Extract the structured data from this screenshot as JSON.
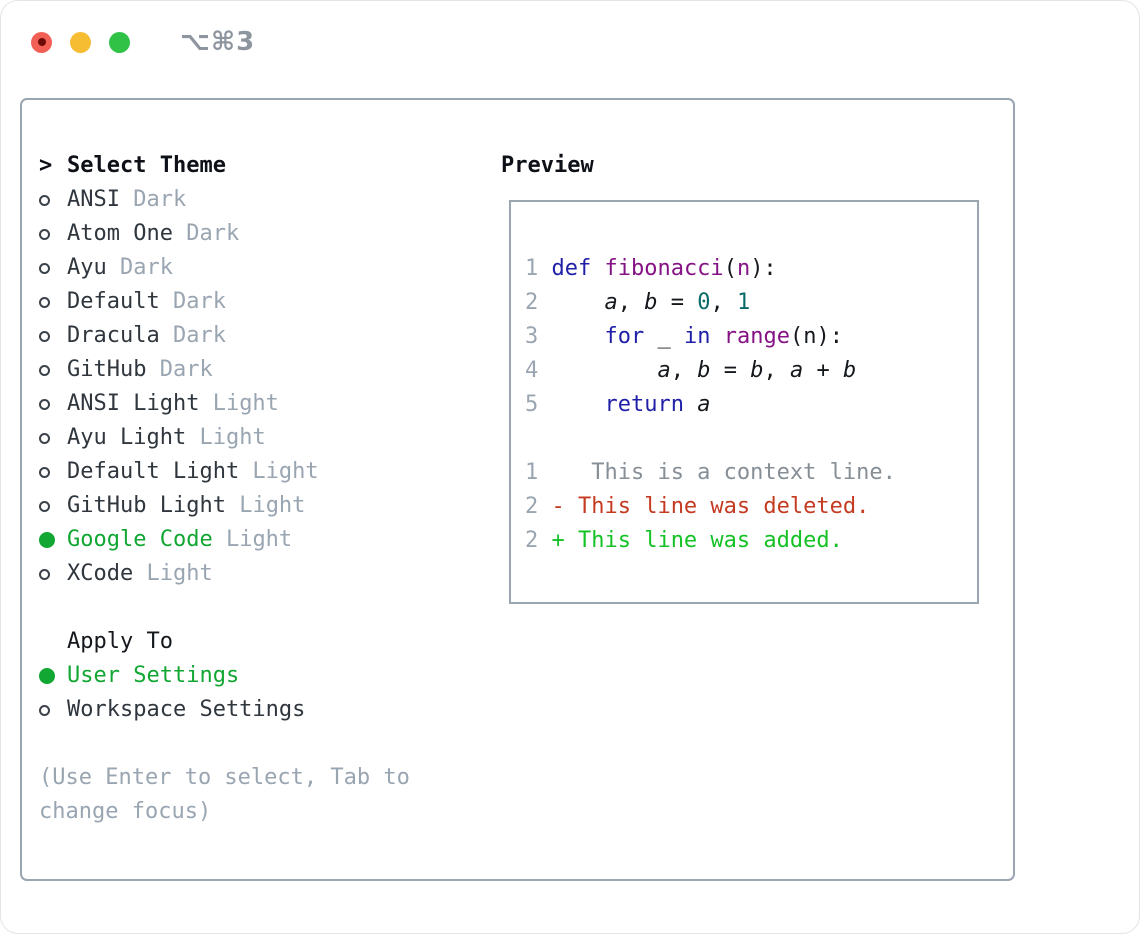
{
  "window": {
    "shortcut_label": "⌥⌘3"
  },
  "colors": {
    "selection_green": "#12a633",
    "added_green": "#15c225",
    "deleted_red": "#c53b22",
    "keyword_blue": "#1f1fa8",
    "function_purple": "#851385",
    "number_teal": "#0a6a6a",
    "muted_gray": "#9aa5b2",
    "border_gray": "#9aa5b1",
    "traffic_red": "#f25f55",
    "traffic_yellow": "#f6bd33",
    "traffic_green": "#2fc247"
  },
  "theme_panel": {
    "focus_indicator": ">",
    "title": "Select Theme",
    "items": [
      {
        "name": "ANSI",
        "variant": "Dark",
        "selected": false
      },
      {
        "name": "Atom One",
        "variant": "Dark",
        "selected": false
      },
      {
        "name": "Ayu",
        "variant": "Dark",
        "selected": false
      },
      {
        "name": "Default",
        "variant": "Dark",
        "selected": false
      },
      {
        "name": "Dracula",
        "variant": "Dark",
        "selected": false
      },
      {
        "name": "GitHub",
        "variant": "Dark",
        "selected": false
      },
      {
        "name": "ANSI Light",
        "variant": "Light",
        "selected": false
      },
      {
        "name": "Ayu Light",
        "variant": "Light",
        "selected": false
      },
      {
        "name": "Default Light",
        "variant": "Light",
        "selected": false
      },
      {
        "name": "GitHub Light",
        "variant": "Light",
        "selected": false
      },
      {
        "name": "Google Code",
        "variant": "Light",
        "selected": true
      },
      {
        "name": "XCode",
        "variant": "Light",
        "selected": false
      }
    ],
    "apply_to": {
      "title": "Apply To",
      "options": [
        {
          "name": "User Settings",
          "selected": true
        },
        {
          "name": "Workspace Settings",
          "selected": false
        }
      ]
    },
    "hint": "(Use Enter to select, Tab to change focus)"
  },
  "preview": {
    "title": "Preview",
    "lines": [
      {
        "num": "1",
        "tokens": [
          [
            "def ",
            "kw"
          ],
          [
            "fibonacci",
            "fn"
          ],
          [
            "(",
            "pl"
          ],
          [
            "n",
            "fn"
          ],
          [
            "):",
            "pl"
          ]
        ]
      },
      {
        "num": "2",
        "tokens": [
          [
            "    ",
            "pl"
          ],
          [
            "a",
            "var"
          ],
          [
            ", ",
            "pl"
          ],
          [
            "b",
            "var"
          ],
          [
            " = ",
            "pl"
          ],
          [
            "0",
            "lit"
          ],
          [
            ", ",
            "pl"
          ],
          [
            "1",
            "lit"
          ]
        ]
      },
      {
        "num": "3",
        "tokens": [
          [
            "    ",
            "pl"
          ],
          [
            "for",
            "kw"
          ],
          [
            " _ ",
            "pl"
          ],
          [
            "in",
            "kw"
          ],
          [
            " ",
            "pl"
          ],
          [
            "range",
            "fn"
          ],
          [
            "(n):",
            "pl"
          ]
        ]
      },
      {
        "num": "4",
        "tokens": [
          [
            "        ",
            "pl"
          ],
          [
            "a",
            "var"
          ],
          [
            ", ",
            "pl"
          ],
          [
            "b",
            "var"
          ],
          [
            " = ",
            "pl"
          ],
          [
            "b",
            "var"
          ],
          [
            ", ",
            "pl"
          ],
          [
            "a",
            "var"
          ],
          [
            " + ",
            "pl"
          ],
          [
            "b",
            "var"
          ]
        ]
      },
      {
        "num": "5",
        "tokens": [
          [
            "    ",
            "pl"
          ],
          [
            "return",
            "kw"
          ],
          [
            " ",
            "pl"
          ],
          [
            "a",
            "var"
          ]
        ]
      },
      {
        "num": "",
        "tokens": []
      },
      {
        "num": "1",
        "tokens": [
          [
            "   This is a context line.",
            "ctx"
          ]
        ]
      },
      {
        "num": "2",
        "tokens": [
          [
            "- This line was deleted.",
            "del"
          ]
        ]
      },
      {
        "num": "2",
        "tokens": [
          [
            "+ This line was added.",
            "add"
          ]
        ]
      }
    ]
  }
}
